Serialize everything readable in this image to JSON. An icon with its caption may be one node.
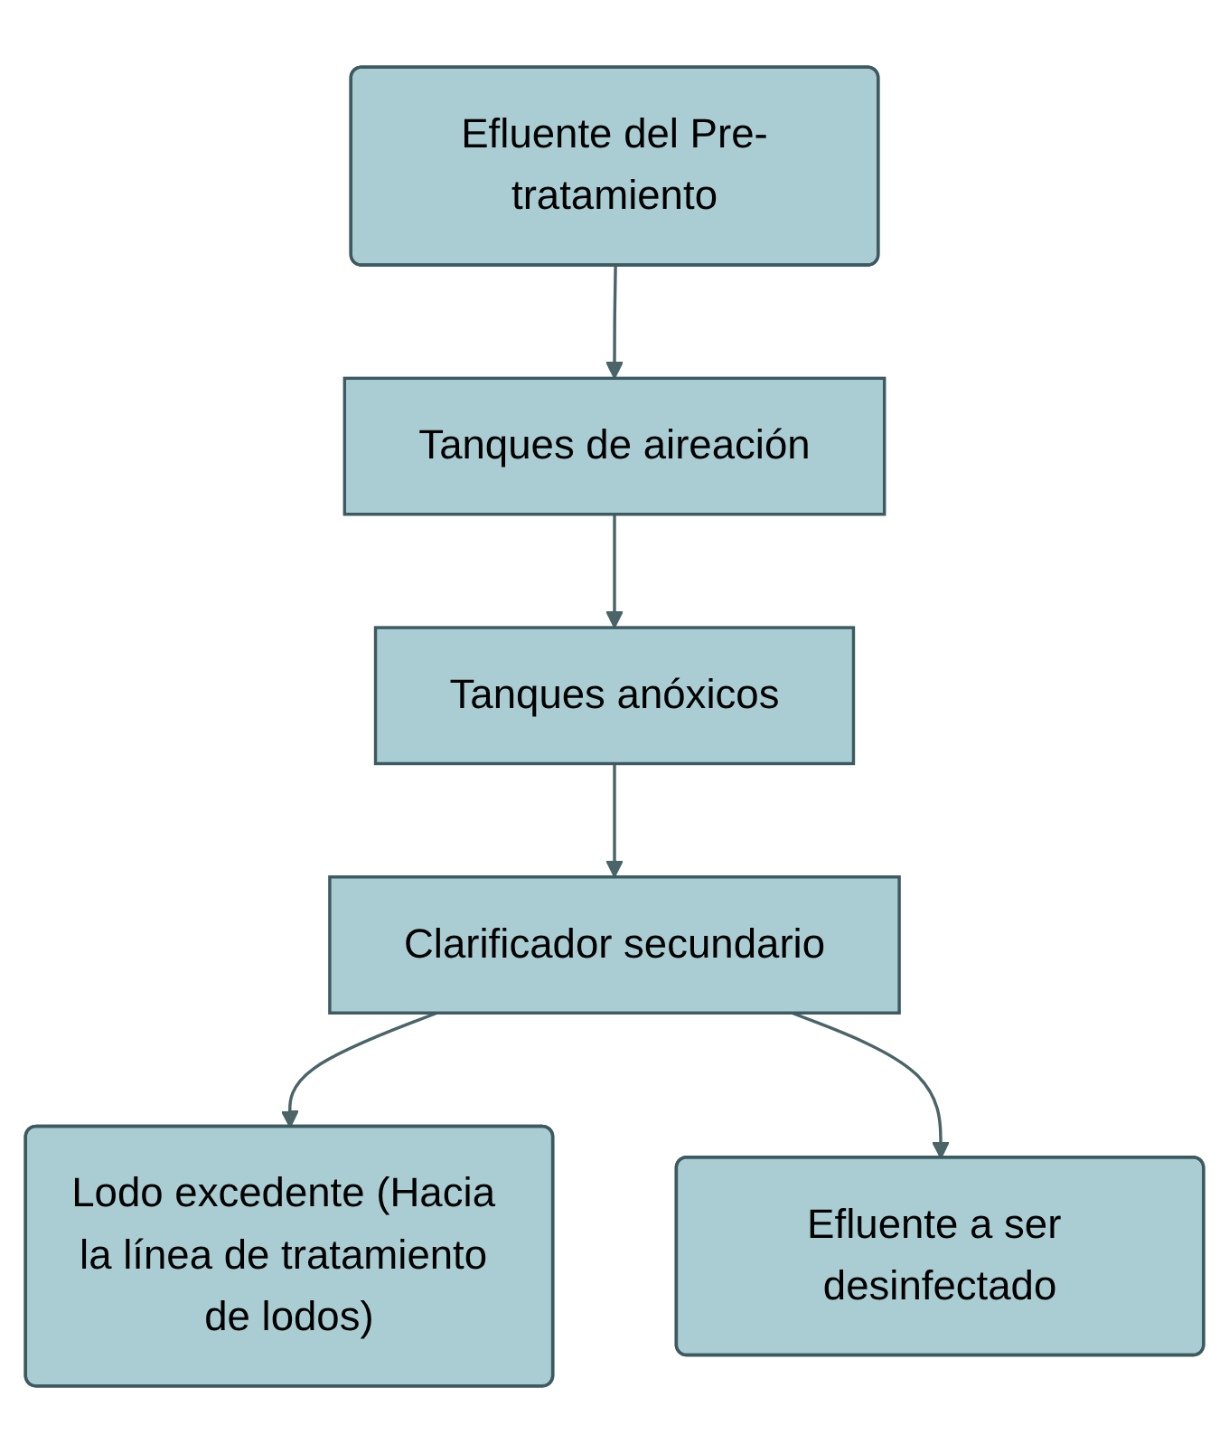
{
  "diagram": {
    "nodes": [
      {
        "text": [
          "Efluente del Pre-tratamiento"
        ]
      },
      {
        "text": [
          "Tanques de aireación"
        ]
      },
      {
        "text": [
          "Tanques anóxicos"
        ]
      },
      {
        "text": [
          "Clarificador secundario"
        ]
      },
      {
        "text": [
          "Lodo excedente (Hacia la línea de tratamiento de lodos)"
        ]
      },
      {
        "text": [
          "Efluente a ser desinfectado"
        ]
      }
    ],
    "edges": [
      {
        "from": 0,
        "to": 1,
        "arrow": "to"
      },
      {
        "from": 1,
        "to": 2,
        "arrow": "to"
      },
      {
        "from": 2,
        "to": 3,
        "arrow": "to"
      },
      {
        "from": 3,
        "to": 4,
        "arrow": "to"
      },
      {
        "from": 3,
        "to": 5,
        "arrow": "to"
      }
    ]
  }
}
